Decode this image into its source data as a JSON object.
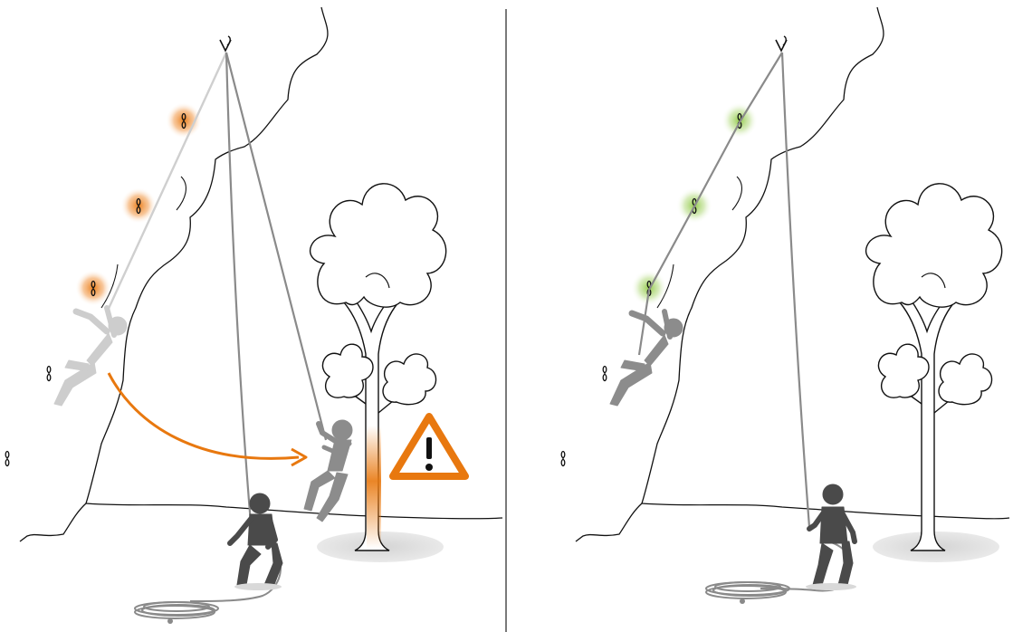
{
  "panels": [
    {
      "id": "left",
      "state": "incorrect",
      "highlight_color": "#e8780f",
      "rope_on_protection": false,
      "warning_icon": "warning-triangle-icon",
      "swing_arrow": true
    },
    {
      "id": "right",
      "state": "correct",
      "highlight_color": "#8cc63f",
      "rope_on_protection": true,
      "warning_icon": "",
      "swing_arrow": false
    }
  ],
  "colors": {
    "line": "#111111",
    "rope": "#8a8a8a",
    "rope_light": "#cfcfcf",
    "figure_dark": "#4a4a4a",
    "figure_mid": "#8c8c8c",
    "figure_light": "#cdcdcd",
    "shadow": "#d9d9d9",
    "warning": "#e8780f",
    "divider": "#222222"
  },
  "icons": {
    "anchor": "anchor-icon",
    "quickdraw": "quickdraw-icon",
    "warning": "warning-triangle-icon",
    "arrow": "swing-arrow-icon"
  }
}
